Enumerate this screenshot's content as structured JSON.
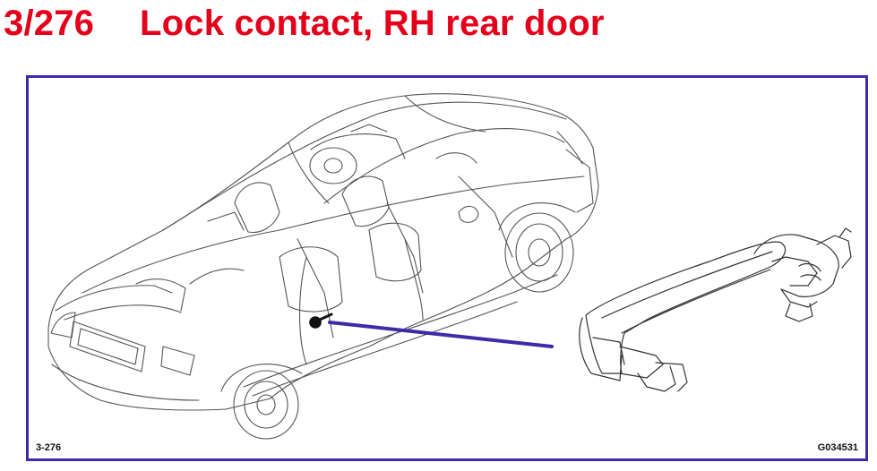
{
  "title": {
    "number": "3/276",
    "text": "Lock contact, RH rear door",
    "color": "#e4001b"
  },
  "frame": {
    "border_color": "#3f2aa8",
    "ref_left": "3-276",
    "ref_right": "G034531"
  },
  "leader_color": "#3f2aa8",
  "illustration": {
    "main": "car-outline-illustration",
    "detail": "door-handle-lock-contact"
  }
}
